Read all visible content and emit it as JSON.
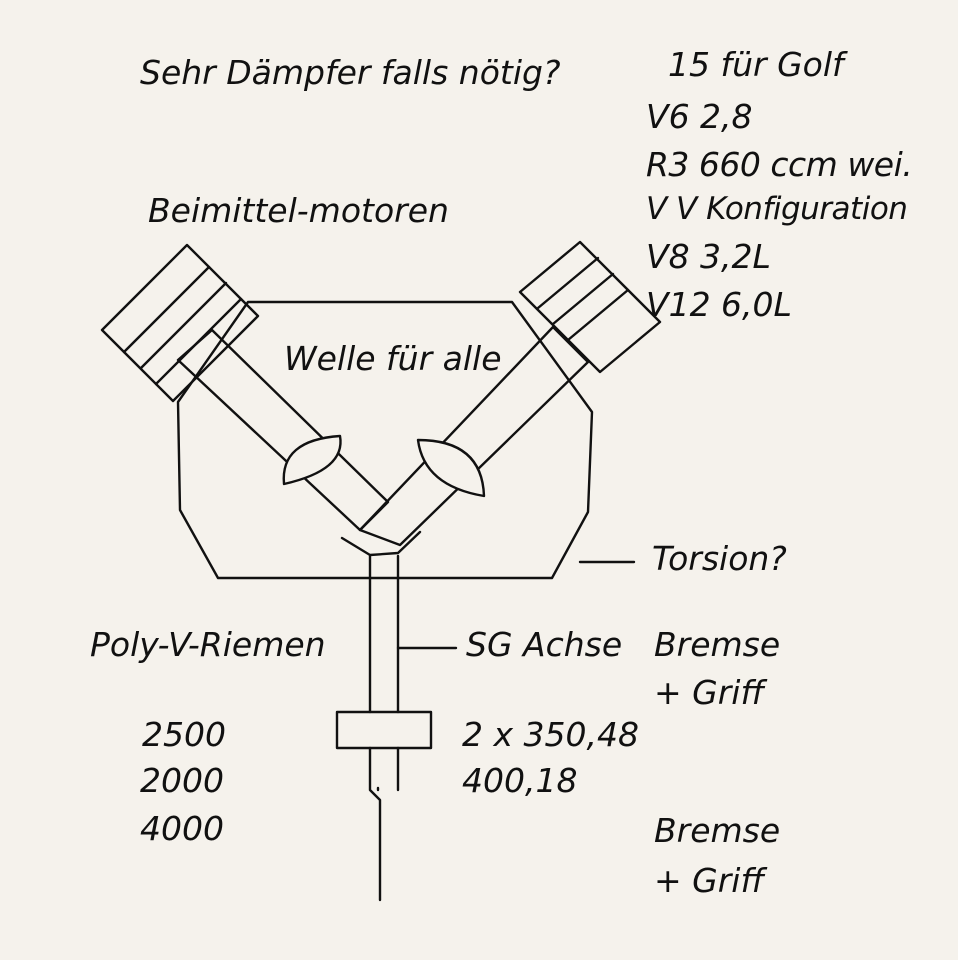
{
  "note_top": "Sehr Dämpfer falls nötig?",
  "engine_list": [
    "15 für Golf",
    "V6 2,8",
    "R3 660 ccm wei.",
    "V V Konfiguration",
    "V8 3,2L",
    "V12 6,0L"
  ],
  "label_engines": "Beimittel-motoren",
  "label_shaft": "Welle für alle",
  "label_torsion": "Torsion?",
  "label_belt": "Poly-V-Riemen",
  "label_axle": "SG Achse",
  "brake_grip_1": [
    "Bremse",
    "+ Griff"
  ],
  "brake_grip_2": [
    "Bremse",
    "+ Griff"
  ],
  "rpm_values": [
    "2500",
    "2000",
    "4000"
  ],
  "dimension_values": [
    "2 x 350,48",
    "400,18"
  ],
  "colors": {
    "background": "#f5f2ec",
    "ink": "#111111"
  }
}
